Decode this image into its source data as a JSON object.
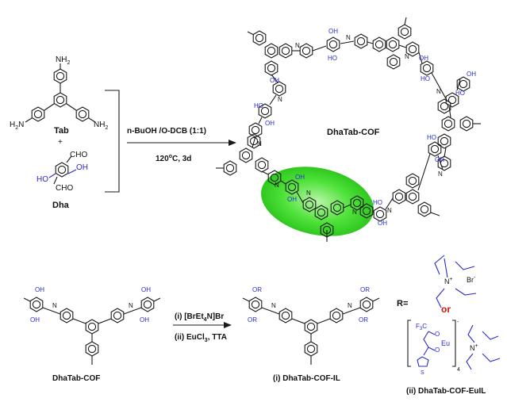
{
  "colors": {
    "blue_groups": "#2a2ad0",
    "highlight": "#3ddc2a",
    "or_text": "#d41414",
    "bonds": "#1a1a1a"
  },
  "top_left": {
    "tab_amine_top": "NH",
    "tab_amine_left": "H",
    "tab_amine_left2": "N",
    "tab_amine_right": "NH",
    "tab_label": "Tab",
    "plus": "+",
    "dha_cho_top": "CHO",
    "dha_oh_top": "OH",
    "dha_ho_bottom": "HO",
    "dha_cho_bottom": "CHO",
    "dha_label": "Dha"
  },
  "reaction1": {
    "conditions_top": "n-BuOH /O-DCB (1:1)",
    "conditions_bottom_a": "120",
    "conditions_bottom_sup": "o",
    "conditions_bottom_b": "C, 3d"
  },
  "cof": {
    "label": "DhaTab-COF",
    "oh": "OH",
    "ho": "HO",
    "n": "N"
  },
  "bottom": {
    "left_label": "DhaTab-COF",
    "step1_a": "(i) [BrEt",
    "step1_sub": "4",
    "step1_b": "N]Br",
    "step2_a": "(ii) EuCl",
    "step2_sub": "3",
    "step2_b": ", TTA",
    "product_label": "(i) DhaTab-COF-IL",
    "or_groups": "OR",
    "r_eq": "R=",
    "or_word": "or",
    "ammonium_n": "N",
    "ammonium_plus": "+",
    "br_minus": "Br",
    "br_charge": "-",
    "f3c": "F",
    "f3c_sub": "3",
    "f3c_c": "C",
    "eu": "Eu",
    "o_label": "O",
    "s_label": "S",
    "bracket_sub": "4",
    "bracket_charge": "-",
    "euil_label": "(ii) DhaTab-COF-EuIL"
  }
}
